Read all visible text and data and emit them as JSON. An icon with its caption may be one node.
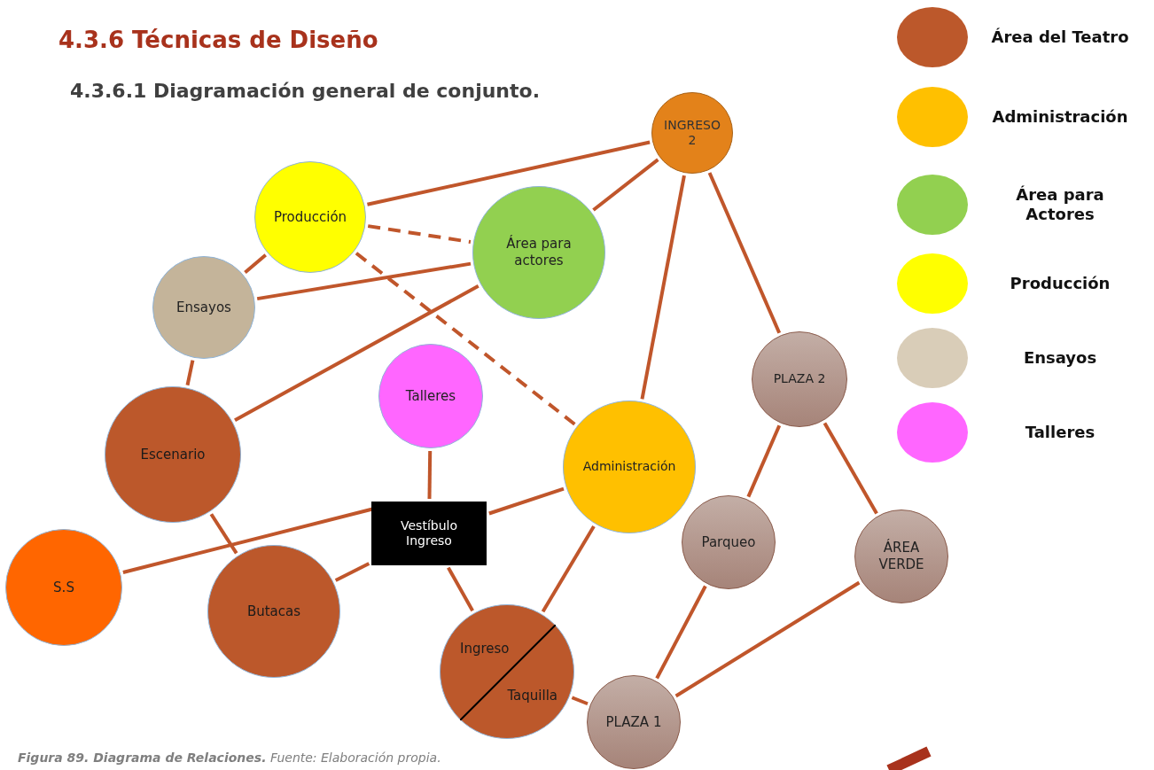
{
  "diagram": {
    "title": "4.3.6 Técnicas de Diseño",
    "caption": "**Figura 89. Diagrama de Relaciones.** Fuente: Elaboración propia.",
    "nodes": [
      {
        "text": [
          "INGRESO 2"
        ]
      },
      {
        "text": [
          "Producción"
        ]
      },
      {
        "text": [
          "Área para actores"
        ]
      },
      {
        "text": [
          "Ensayos"
        ]
      },
      {
        "text": [
          "PLAZA 2"
        ]
      },
      {
        "text": [
          "Talleres"
        ]
      },
      {
        "text": [
          "Escenario"
        ]
      },
      {
        "text": [
          "Administración"
        ]
      },
      {
        "text": [
          "Vestíbulo Ingreso"
        ]
      },
      {
        "text": [
          "S.S"
        ]
      },
      {
        "text": [
          "Parqueo"
        ]
      },
      {
        "text": [
          "ÁREA VERDE"
        ]
      },
      {
        "text": [
          "Butacas"
        ]
      },
      {
        "text": [
          "Ingreso",
          "Taquilla"
        ]
      },
      {
        "text": [
          "PLAZA 1"
        ]
      }
    ],
    "edges": [
      {
        "from": 1,
        "to": 0,
        "arrow": "none"
      },
      {
        "from": 2,
        "to": 0,
        "arrow": "none"
      },
      {
        "from": 7,
        "to": 0,
        "arrow": "none"
      },
      {
        "from": 4,
        "to": 0,
        "arrow": "none"
      },
      {
        "from": 1,
        "to": 2,
        "arrow": "none",
        "style": "dashed"
      },
      {
        "from": 1,
        "to": 7,
        "arrow": "none",
        "style": "dashed"
      },
      {
        "from": 1,
        "to": 3,
        "arrow": "none"
      },
      {
        "from": 3,
        "to": 2,
        "arrow": "none"
      },
      {
        "from": 3,
        "to": 6,
        "arrow": "none"
      },
      {
        "from": 6,
        "to": 2,
        "arrow": "none"
      },
      {
        "from": 6,
        "to": 12,
        "arrow": "none"
      },
      {
        "from": 5,
        "to": 8,
        "arrow": "none"
      },
      {
        "from": 9,
        "to": 8,
        "arrow": "none"
      },
      {
        "from": 7,
        "to": 8,
        "arrow": "none"
      },
      {
        "from": 12,
        "to": 8,
        "arrow": "none"
      },
      {
        "from": 8,
        "to": 13,
        "arrow": "none"
      },
      {
        "from": 7,
        "to": 13,
        "arrow": "none"
      },
      {
        "from": 13,
        "to": 14,
        "arrow": "none"
      },
      {
        "from": 4,
        "to": 10,
        "arrow": "none"
      },
      {
        "from": 4,
        "to": 11,
        "arrow": "none"
      },
      {
        "from": 10,
        "to": 14,
        "arrow": "none"
      },
      {
        "from": 11,
        "to": 14,
        "arrow": "none"
      }
    ],
    "labels": [
      "4.3.6.1 Diagramación general de conjunto."
    ],
    "legend": [
      {
        "text": "Área del Teatro",
        "color": "#bc582b"
      },
      {
        "text": "Administración",
        "color": "#ffc000"
      },
      {
        "text": "Área para Actores",
        "color": "#92d050"
      },
      {
        "text": "Producción",
        "color": "#ffff00"
      },
      {
        "text": "Ensayos",
        "color": "#d9cdb8"
      },
      {
        "text": "Talleres",
        "color": "#ff66ff"
      }
    ]
  }
}
